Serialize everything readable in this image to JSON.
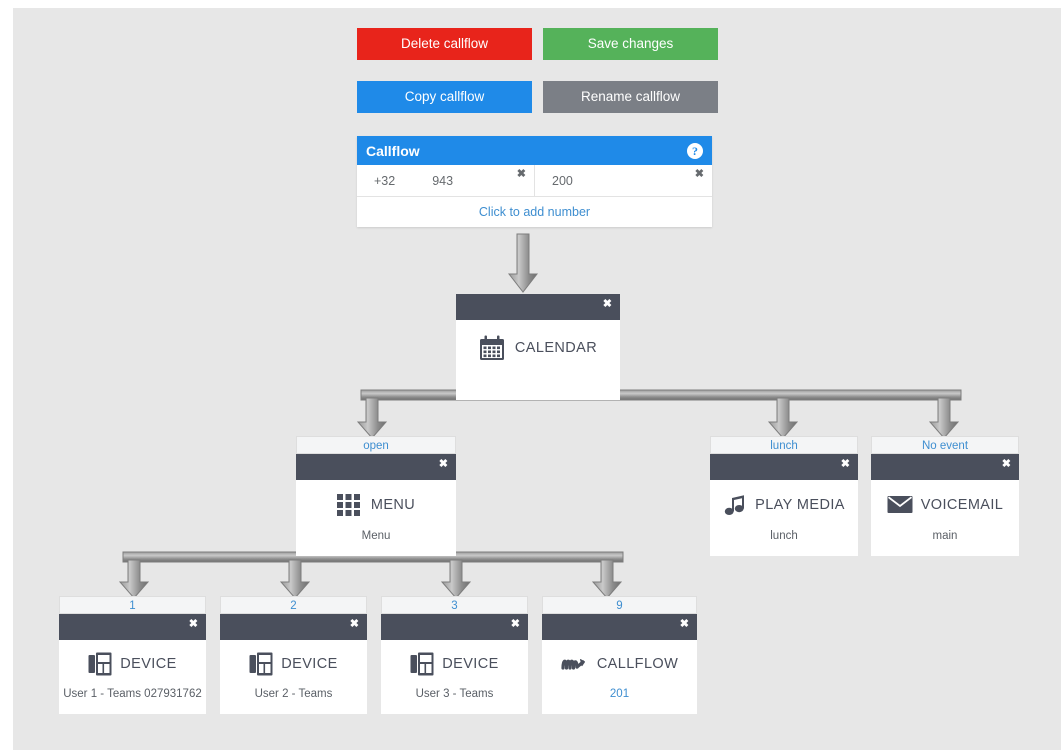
{
  "toolbar": {
    "delete_label": "Delete callflow",
    "save_label": "Save changes",
    "copy_label": "Copy callflow",
    "rename_label": "Rename callflow"
  },
  "callflow_panel": {
    "title": "Callflow",
    "help_glyph": "?",
    "numbers": [
      {
        "prefix": "+32",
        "rest": "943",
        "remove_glyph": "✖"
      },
      {
        "prefix": "200",
        "rest": "",
        "remove_glyph": "✖"
      }
    ],
    "add_number_label": "Click to add number"
  },
  "colors": {
    "accent_blue": "#1f8ae8",
    "danger_red": "#e8241b",
    "success_green": "#55b25a",
    "neutral_gray": "#7b7f86",
    "node_header": "#4a4f5c",
    "canvas_bg": "#e7e7e7",
    "link_blue": "#3e8ed0"
  },
  "flow": {
    "root": {
      "icon": "calendar-icon",
      "title": "CALENDAR",
      "subtitle": "",
      "remove_glyph": "✖"
    },
    "branches": [
      {
        "label": "open",
        "icon": "menu-grid-icon",
        "title": "MENU",
        "subtitle": "Menu",
        "remove_glyph": "✖",
        "children": [
          {
            "label": "1",
            "icon": "device-icon",
            "title": "DEVICE",
            "subtitle": "User 1 - Teams 027931762",
            "subtitle_is_link": false,
            "remove_glyph": "✖"
          },
          {
            "label": "2",
            "icon": "device-icon",
            "title": "DEVICE",
            "subtitle": "User 2 - Teams",
            "subtitle_is_link": false,
            "remove_glyph": "✖"
          },
          {
            "label": "3",
            "icon": "device-icon",
            "title": "DEVICE",
            "subtitle": "User 3 - Teams",
            "subtitle_is_link": false,
            "remove_glyph": "✖"
          },
          {
            "label": "9",
            "icon": "callflow-icon",
            "title": "CALLFLOW",
            "subtitle": "201",
            "subtitle_is_link": true,
            "remove_glyph": "✖"
          }
        ]
      },
      {
        "label": "lunch",
        "icon": "play-media-icon",
        "title": "PLAY MEDIA",
        "subtitle": "lunch",
        "remove_glyph": "✖",
        "children": []
      },
      {
        "label": "No event",
        "icon": "voicemail-icon",
        "title": "VOICEMAIL",
        "subtitle": "main",
        "remove_glyph": "✖",
        "children": []
      }
    ]
  }
}
